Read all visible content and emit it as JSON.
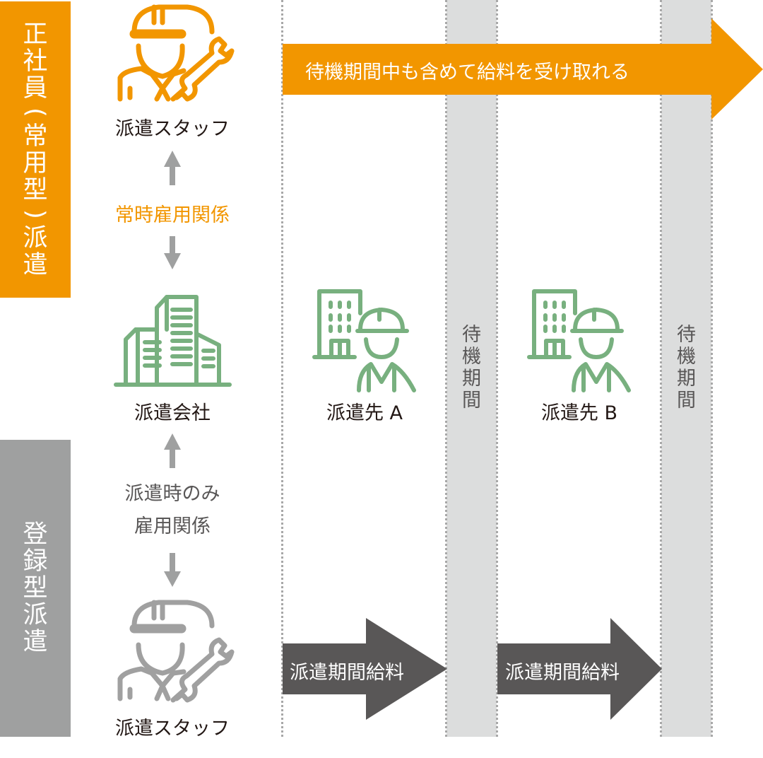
{
  "left_labels": {
    "regular": {
      "chars": [
        "正",
        "社",
        "員",
        "(",
        "常",
        "用",
        "型",
        ")",
        "派",
        "遣"
      ],
      "text": "正社員(常用型)派遣",
      "color": "#f29600"
    },
    "registered": {
      "chars": [
        "登",
        "録",
        "型",
        "派",
        "遣"
      ],
      "text": "登録型派遣",
      "color": "#9fa0a0"
    }
  },
  "nodes": {
    "top_staff": {
      "label": "派遣スタッフ",
      "icon": "worker-with-wrench-icon",
      "icon_color": "#f29600"
    },
    "company": {
      "label": "派遣会社",
      "icon": "office-buildings-icon",
      "icon_color": "#78b07f"
    },
    "client_a": {
      "label": "派遣先 A",
      "icon": "building-worker-icon",
      "icon_color": "#78b07f"
    },
    "client_b": {
      "label": "派遣先 B",
      "icon": "building-worker-icon",
      "icon_color": "#78b07f"
    },
    "bottom_staff": {
      "label": "派遣スタッフ",
      "icon": "worker-with-wrench-icon",
      "icon_color": "#a0a0a0"
    }
  },
  "relations": {
    "regular": {
      "label": "常時雇用関係",
      "color": "#f29600"
    },
    "registered": {
      "lines": [
        "派遣時のみ",
        "雇用関係"
      ],
      "color": "#595757"
    }
  },
  "wait_periods": [
    {
      "chars": [
        "待",
        "機",
        "期",
        "間"
      ],
      "text": "待機期間"
    },
    {
      "chars": [
        "待",
        "機",
        "期",
        "間"
      ],
      "text": "待機期間"
    }
  ],
  "arrows": {
    "regular_pay": {
      "label": "待機期間中も含めて給料を受け取れる",
      "color": "#f29600"
    },
    "dispatch_pay": [
      {
        "label": "派遣期間給料",
        "color": "#595757"
      },
      {
        "label": "派遣期間給料",
        "color": "#595757"
      }
    ]
  },
  "colors": {
    "arrow_gray": "#9fa0a0",
    "wait_column": "#dcdddd",
    "divider": "#a8a8a8",
    "text_dark": "#231815"
  }
}
